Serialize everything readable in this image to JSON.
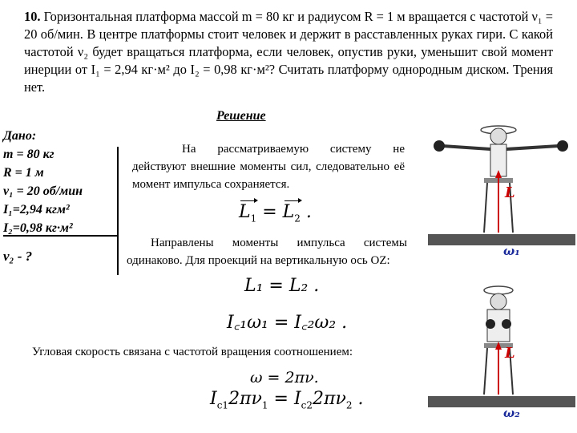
{
  "problem": {
    "number": "10.",
    "text": " Горизонтальная платформа массой m = 80 кг и радиусом R = 1 м вращается с частотой ν₁ = 20 об/мин. В центре платформы стоит человек и держит в расставленных руках гири. С какой частотой ν₂ будет вращаться платформа, если человек, опустив руки, уменьшит свой момент инерции от I₁ = 2,94 кг·м² до I₂ = 0,98 кг·м²? Считать платформу однородным диском. Трения нет."
  },
  "solution_title": "Решение",
  "given": {
    "title": "Дано:",
    "items": [
      "m = 80 кг",
      "R = 1 м",
      "ν₁ = 20 об/мин",
      "I₁=2,94 кгм²",
      "I₂=0,98 кг·м²"
    ],
    "find": "ν₂ - ?"
  },
  "paragraphs": {
    "p1": "На рассматриваемую систему не действуют внешние моменты сил, следовательно её момент импульса сохраняется.",
    "p2": "Направлены моменты импульса системы одинаково. Для проекций на вертикальную ось OZ:",
    "p3": "Угловая скорость связана с частотой вращения соотношением:"
  },
  "formulas": {
    "f2": "L₁ = L₂ .",
    "f3": "I꜀₁ω₁ = I꜀₂ω₂ .",
    "f4": "ω = 2πν."
  },
  "illustration": {
    "label_L_top": "L",
    "label_omega1": "ω₁",
    "label_L_bottom": "L",
    "label_omega2": "ω₂",
    "accent": "#cc0000",
    "omega_color": "#1a2a9a"
  }
}
